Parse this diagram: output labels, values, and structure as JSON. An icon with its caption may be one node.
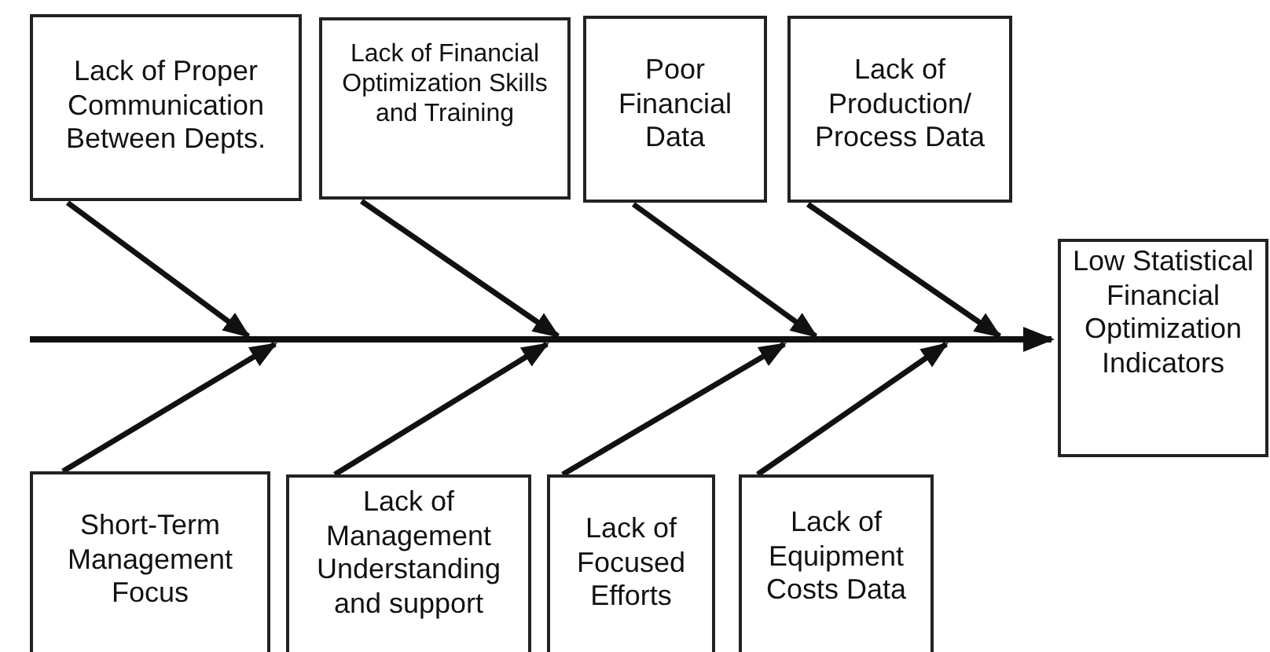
{
  "diagram": {
    "nodes": [
      {
        "text": [
          "Lack of Proper Communication Between Depts."
        ]
      },
      {
        "text": [
          "Lack of Financial Optimization Skills and Training"
        ]
      },
      {
        "text": [
          "Poor Financial Data"
        ]
      },
      {
        "text": [
          "Lack of Production/ Process Data"
        ]
      },
      {
        "text": [
          "Low Statistical Financial Optimization Indicators"
        ]
      },
      {
        "text": [
          "Short-Term Management Focus"
        ]
      },
      {
        "text": [
          "Lack of Management Understanding and support"
        ]
      },
      {
        "text": [
          "Lack of Focused Efforts"
        ]
      },
      {
        "text": [
          "Lack of Equipment Costs Data"
        ]
      }
    ],
    "edges": [
      {
        "from": 0,
        "to": null,
        "arrow": "to"
      },
      {
        "from": 1,
        "to": null,
        "arrow": "to"
      },
      {
        "from": 2,
        "to": null,
        "arrow": "to"
      },
      {
        "from": 3,
        "to": null,
        "arrow": "to"
      },
      {
        "from": 5,
        "to": null,
        "arrow": "to"
      },
      {
        "from": 6,
        "to": null,
        "arrow": "to"
      },
      {
        "from": 7,
        "to": null,
        "arrow": "to"
      },
      {
        "from": 8,
        "to": null,
        "arrow": "to"
      },
      {
        "from": null,
        "to": 4,
        "arrow": "to"
      }
    ]
  }
}
